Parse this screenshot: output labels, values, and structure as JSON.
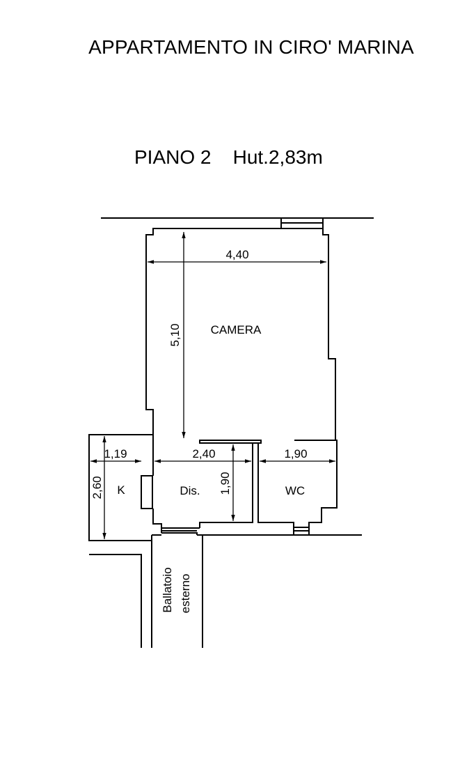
{
  "title": "APPARTAMENTO IN CIRO' MARINA",
  "subtitle": {
    "floor": "PIANO 2",
    "height": "Hut.2,83m"
  },
  "rooms": {
    "camera": "CAMERA",
    "k": "K",
    "dis": "Dis.",
    "wc": "WC",
    "ballatoio_line1": "Ballatoio",
    "ballatoio_line2": "esterno"
  },
  "dimensions": {
    "camera_width": "4,40",
    "camera_length": "5,10",
    "k_width": "1,19",
    "k_length": "2,60",
    "dis_width": "2,40",
    "dis_length": "1,90",
    "wc_width": "1,90"
  }
}
